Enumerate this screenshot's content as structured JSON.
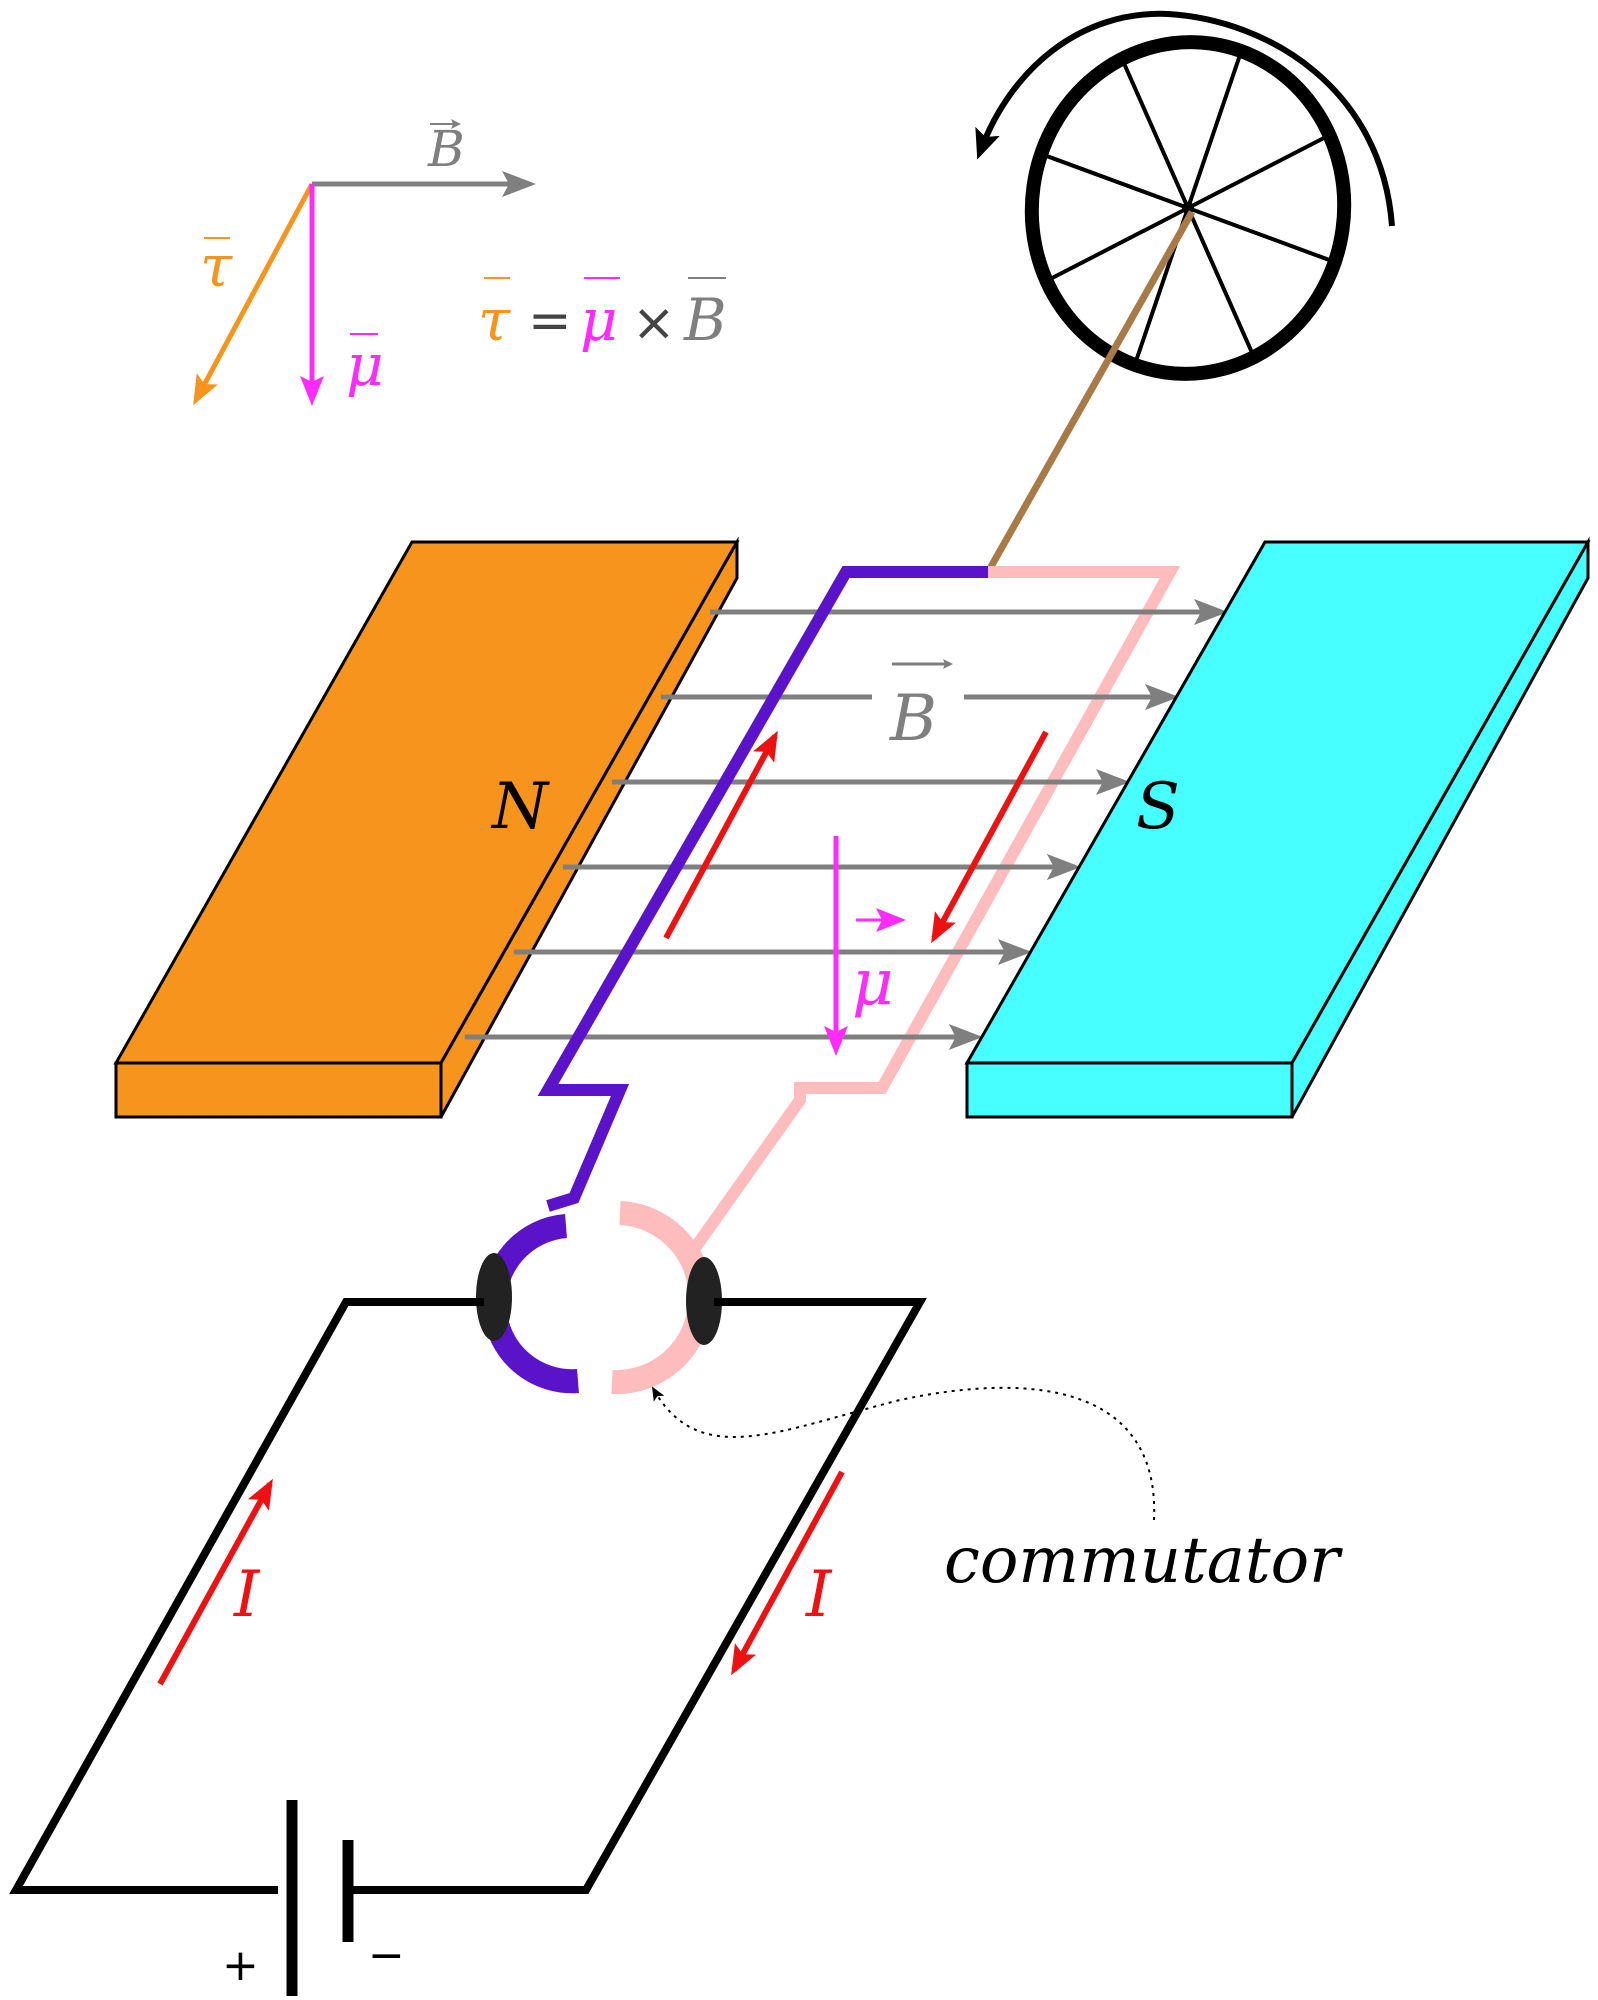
{
  "colors": {
    "field": "#7f7f7f",
    "torque": "#f7941d",
    "moment": "#ff2bff",
    "current": "#ee1111",
    "coil_front": "#5b13c9",
    "coil_back": "#ffbcbc",
    "north_pole": "#f7941d",
    "south_pole": "#47ffff",
    "axle": "#a87a47",
    "outline": "#000000"
  },
  "legend": {
    "b_label": "B",
    "tau_label": "τ",
    "mu_label": "μ",
    "equation": {
      "tau": "τ",
      "equals": "=",
      "mu": "μ",
      "times": "×",
      "b": "B"
    }
  },
  "magnet": {
    "north_label": "N",
    "south_label": "S",
    "field_label": "B",
    "field_line_count": 6
  },
  "coil": {
    "moment_label": "μ"
  },
  "circuit": {
    "current_label_left": "I",
    "current_label_right": "I",
    "plus_label": "+",
    "minus_label": "−",
    "commutator_label": "commutator"
  },
  "wheel": {
    "spoke_count": 8,
    "rotation": "counterclockwise"
  }
}
